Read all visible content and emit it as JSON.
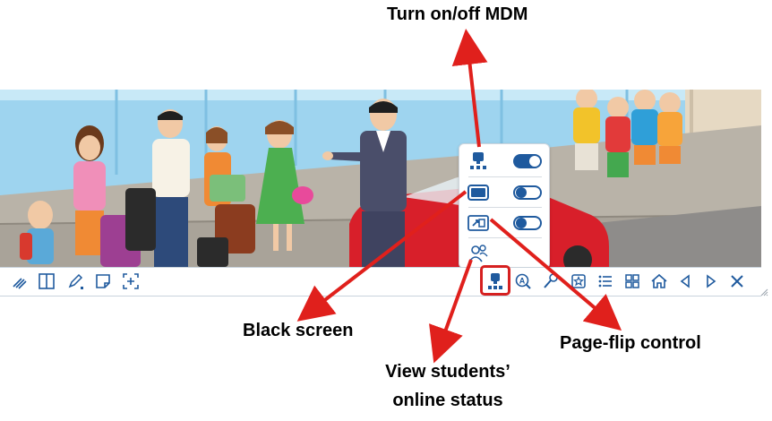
{
  "callouts": {
    "top": "Turn on/off MDM",
    "black_screen": "Black screen",
    "page_flip": "Page-flip control",
    "online_status_line1": "View students’",
    "online_status_line2": "online status"
  },
  "mdm_panel": {
    "rows": [
      {
        "icon": "mdm-icon",
        "toggle": "on"
      },
      {
        "icon": "black-screen-icon",
        "toggle": "off"
      },
      {
        "icon": "page-flip-icon",
        "toggle": "off"
      },
      {
        "icon": "students-online-icon",
        "toggle": null
      }
    ]
  },
  "toolbar": {
    "left_tools": [
      "eraser-pen-icon",
      "split-view-icon",
      "highlighter-icon",
      "sticky-note-icon",
      "zoom-region-icon"
    ],
    "right_tools": [
      "mdm-icon",
      "search-text-icon",
      "tools-icon",
      "bookmark-star-icon",
      "list-icon",
      "grid-icon",
      "home-icon",
      "previous-page-icon",
      "next-page-icon",
      "close-icon"
    ]
  },
  "colors": {
    "arrow": "#e0201c",
    "accent": "#1f5a9e",
    "sky": "#9ed4ef",
    "pavement": "#b9b3a8"
  }
}
